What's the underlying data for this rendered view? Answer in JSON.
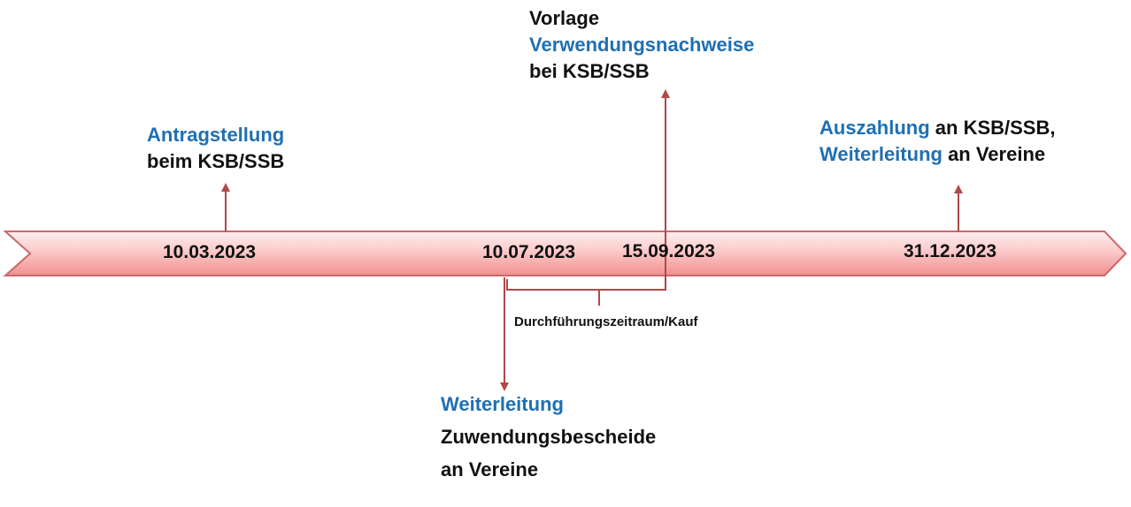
{
  "colors": {
    "accent_blue": "#1f6fb2",
    "text_dark": "#111111",
    "arrow_red": "#b04848",
    "band_light": "#fde3e3",
    "band_dark": "#f59a9a",
    "band_stroke": "#c9686b"
  },
  "dates": {
    "d1": "10.03.2023",
    "d2": "10.07.2023",
    "d3": "15.09.2023",
    "d4": "31.12.2023"
  },
  "events": {
    "antrag": {
      "title": "Antragstellung",
      "line2": "beim KSB/SSB"
    },
    "vorlage": {
      "line1": "Vorlage",
      "title": "Verwendungsnachweise",
      "line3": "bei KSB/SSB"
    },
    "auszahlung": {
      "title1": "Auszahlung",
      "rest1": " an KSB/SSB,",
      "title2": "Weiterleitung",
      "rest2": " an Vereine"
    },
    "weiterleitung": {
      "title": "Weiterleitung",
      "line2": "Zuwendungsbescheide",
      "line3": "an Vereine"
    }
  },
  "period": {
    "label": "Durchführungszeitraum/Kauf"
  }
}
